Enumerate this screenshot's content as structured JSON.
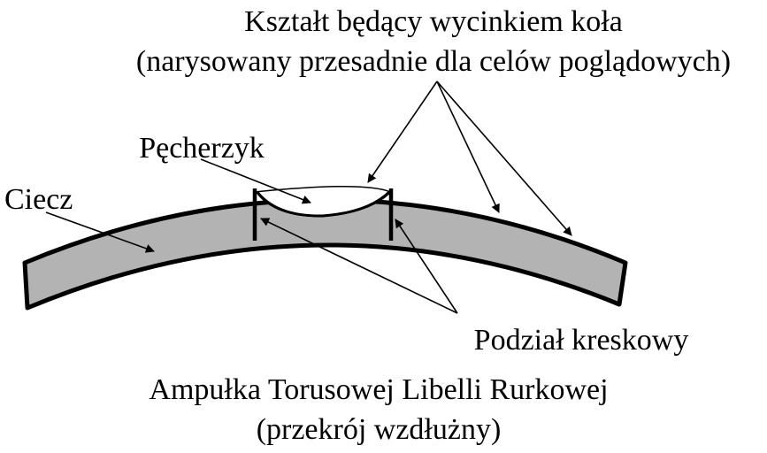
{
  "labels": {
    "segment_shape_line1": "Kształt będący wycinkiem koła",
    "segment_shape_line2": "(narysowany przesadnie dla celów poglądowych)",
    "bubble": "Pęcherzyk",
    "liquid": "Ciecz",
    "graduation": "Podział kreskowy",
    "caption_line1": "Ampułka Torusowej Libelli Rurkowej",
    "caption_line2": "(przekrój wzdłużny)"
  },
  "colors": {
    "liquid_fill": "#b3b3b3",
    "bubble_fill": "#ffffff",
    "stroke": "#000000",
    "background": "#ffffff"
  }
}
